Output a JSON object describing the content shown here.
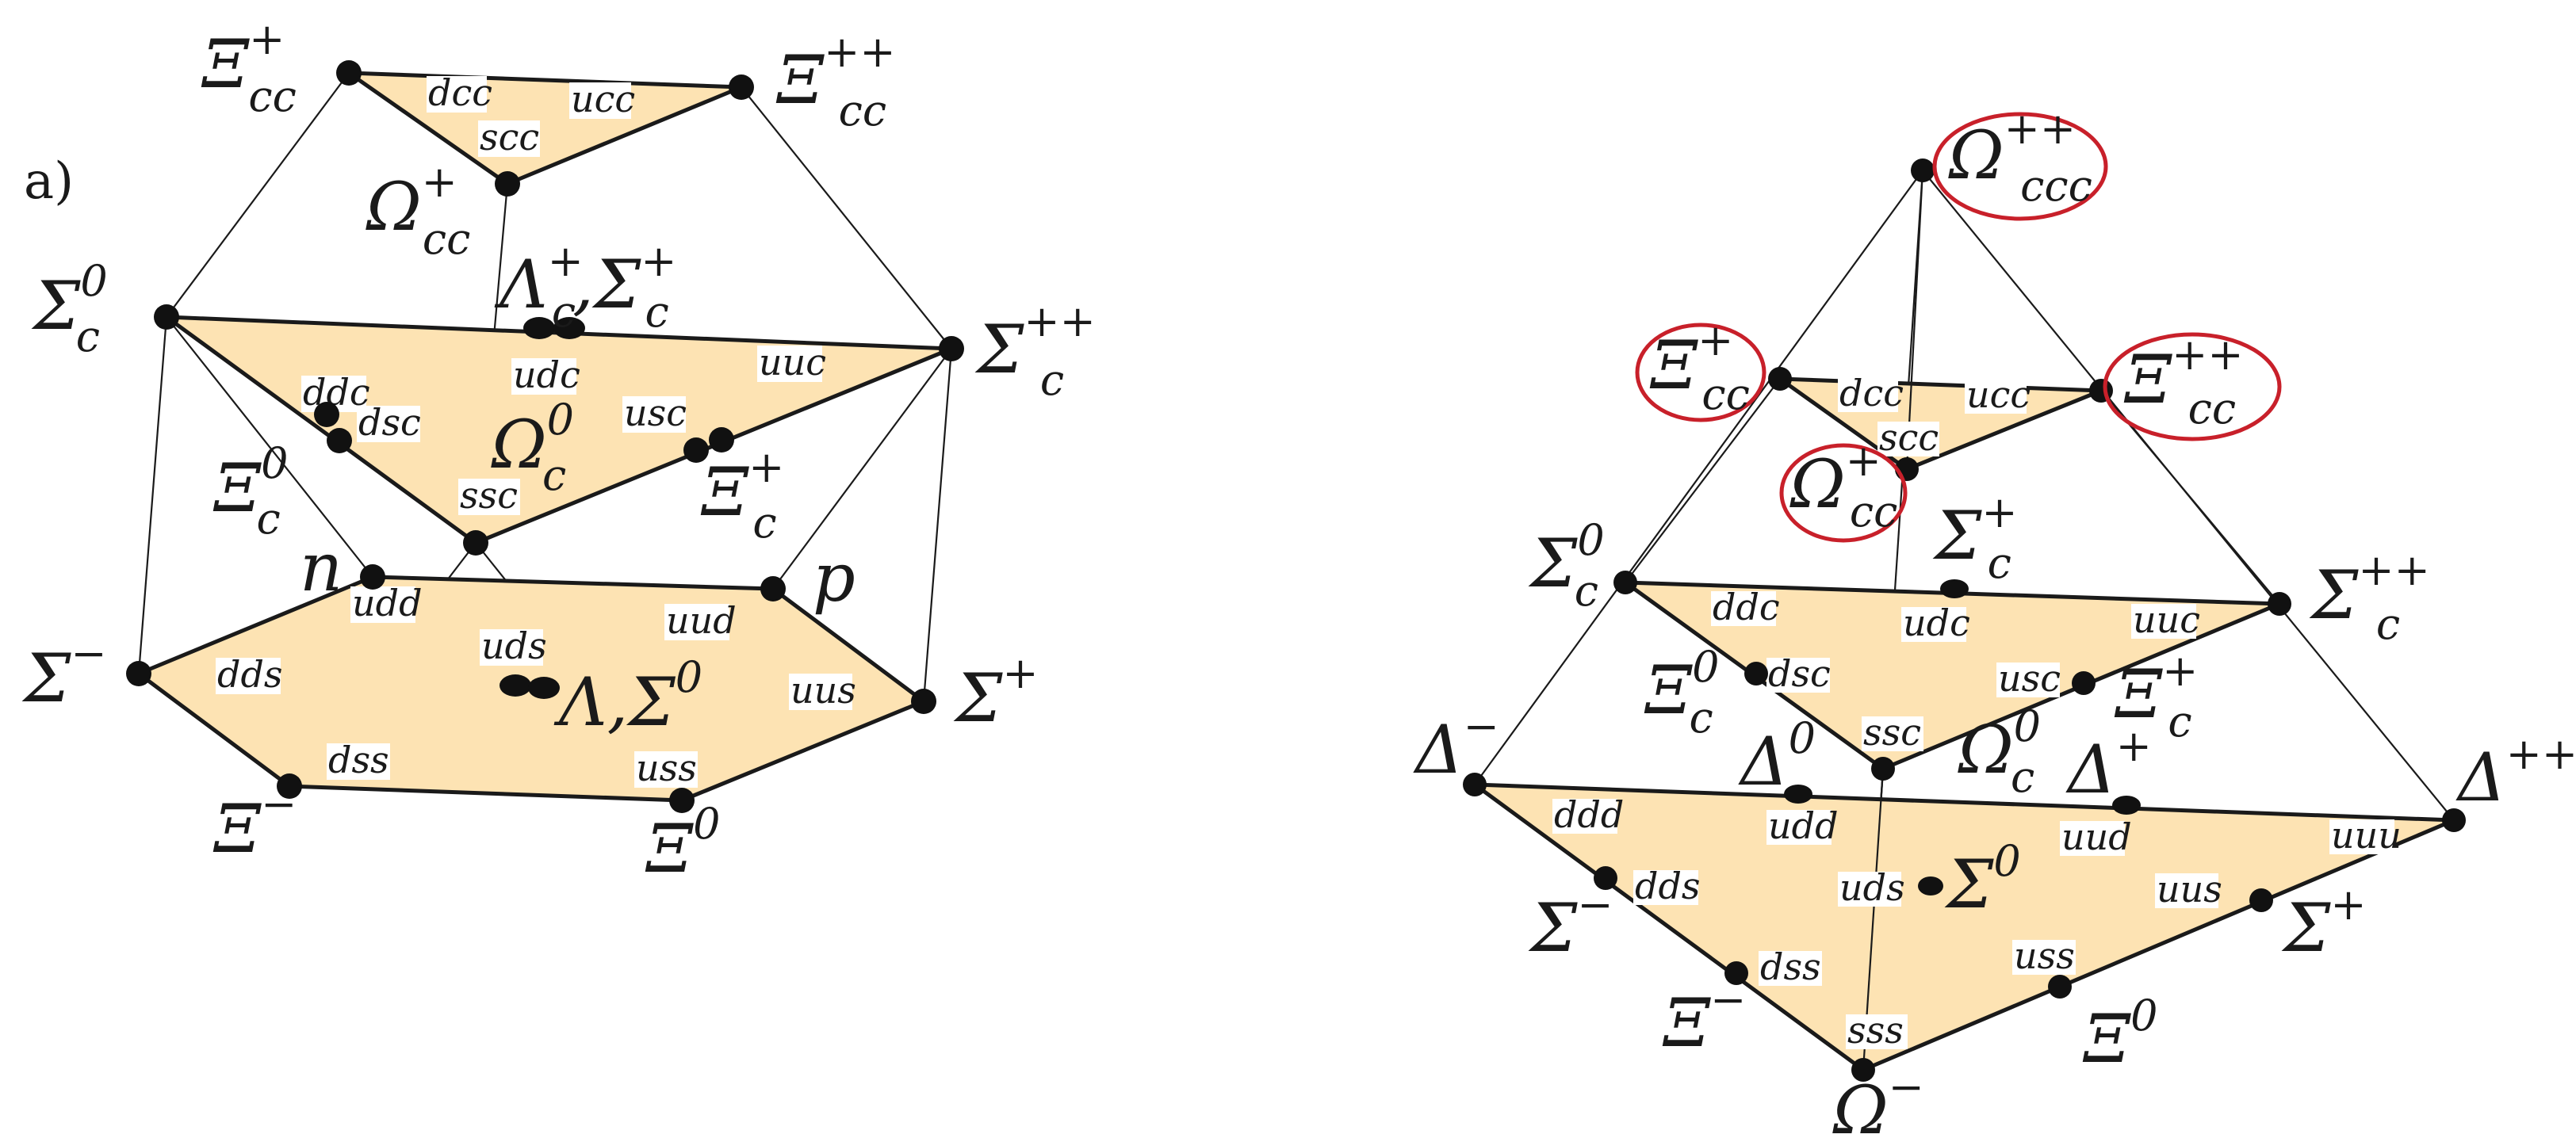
{
  "panel_label": "a)",
  "quark_labels": [
    "dcc",
    "ucc",
    "scc",
    "ddc",
    "udc",
    "uuc",
    "dsc",
    "usc",
    "ssc",
    "udd",
    "uud",
    "dds",
    "uds",
    "uus",
    "dss",
    "uss",
    "dcc",
    "ucc",
    "scc",
    "ddc",
    "udc",
    "uuc",
    "dsc",
    "usc",
    "ssc",
    "ddd",
    "udd",
    "uud",
    "uuu",
    "dds",
    "uds",
    "uus",
    "dss",
    "uss",
    "sss"
  ],
  "particles": [
    {
      "base": "Ξ",
      "sup": "+",
      "sub": "cc"
    },
    {
      "base": "Ξ",
      "sup": "++",
      "sub": "cc"
    },
    {
      "base": "Ω",
      "sup": "+",
      "sub": "cc"
    },
    {
      "base": "Λ",
      "sup": "+",
      "sub": "c"
    },
    {
      "base": ",Σ",
      "sup": "+",
      "sub": "c"
    },
    {
      "base": "Σ",
      "sup": "0",
      "sub": "c"
    },
    {
      "base": "Σ",
      "sup": "++",
      "sub": "c"
    },
    {
      "base": "Ξ",
      "sup": "0",
      "sub": "c"
    },
    {
      "base": "Ω",
      "sup": "0",
      "sub": "c"
    },
    {
      "base": "Ξ",
      "sup": "+",
      "sub": "c"
    },
    {
      "base": "n",
      "sup": "",
      "sub": ""
    },
    {
      "base": "p",
      "sup": "",
      "sub": ""
    },
    {
      "base": "Σ",
      "sup": "−",
      "sub": ""
    },
    {
      "base": "Σ",
      "sup": "+",
      "sub": ""
    },
    {
      "base": "Λ,Σ",
      "sup": "0",
      "sub": ""
    },
    {
      "base": "Ξ",
      "sup": "−",
      "sub": ""
    },
    {
      "base": "Ξ",
      "sup": "0",
      "sub": ""
    },
    {
      "base": "Ω",
      "sup": "++",
      "sub": "ccc"
    },
    {
      "base": "Ξ",
      "sup": "+",
      "sub": "cc"
    },
    {
      "base": "Ξ",
      "sup": "++",
      "sub": "cc"
    },
    {
      "base": "Ω",
      "sup": "+",
      "sub": "cc"
    },
    {
      "base": "Σ",
      "sup": "0",
      "sub": "c"
    },
    {
      "base": "Σ",
      "sup": "+",
      "sub": "c"
    },
    {
      "base": "Σ",
      "sup": "++",
      "sub": "c"
    },
    {
      "base": "Ξ",
      "sup": "0",
      "sub": "c"
    },
    {
      "base": "Ξ",
      "sup": "+",
      "sub": "c"
    },
    {
      "base": "Ω",
      "sup": "0",
      "sub": "c"
    },
    {
      "base": "Δ",
      "sup": "−",
      "sub": ""
    },
    {
      "base": "Δ",
      "sup": "0",
      "sub": ""
    },
    {
      "base": "Δ",
      "sup": "+",
      "sub": ""
    },
    {
      "base": "Δ",
      "sup": "++",
      "sub": ""
    },
    {
      "base": "Σ",
      "sup": "0",
      "sub": ""
    },
    {
      "base": "Σ",
      "sup": "−",
      "sub": ""
    },
    {
      "base": "Σ",
      "sup": "+",
      "sub": ""
    },
    {
      "base": "Ξ",
      "sup": "−",
      "sub": ""
    },
    {
      "base": "Ξ",
      "sup": "0",
      "sub": ""
    },
    {
      "base": "Ω",
      "sup": "−",
      "sub": ""
    }
  ]
}
